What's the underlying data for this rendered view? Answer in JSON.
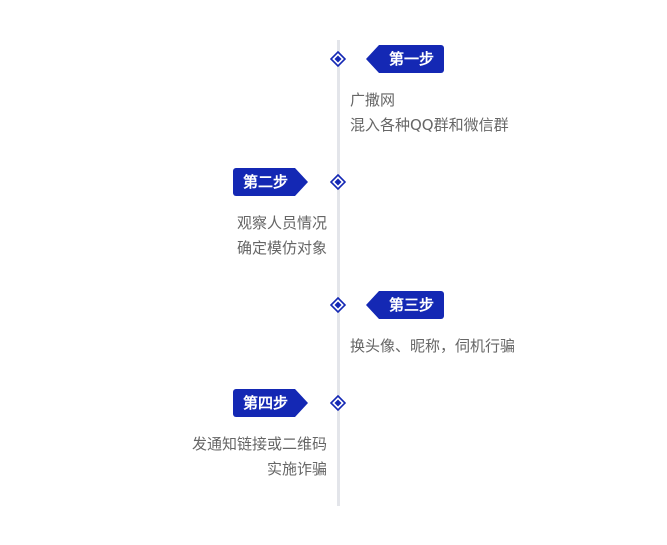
{
  "colors": {
    "accent": "#1428b4",
    "line": "#e3e5ea",
    "text": "#666666"
  },
  "steps": [
    {
      "label": "第一步",
      "lines": [
        "广撒网",
        "混入各种QQ群和微信群"
      ]
    },
    {
      "label": "第二步",
      "lines": [
        "观察人员情况",
        "确定模仿对象"
      ]
    },
    {
      "label": "第三步",
      "lines": [
        "换头像、昵称，伺机行骗"
      ]
    },
    {
      "label": "第四步",
      "lines": [
        "发通知链接或二维码",
        "实施诈骗"
      ]
    }
  ]
}
